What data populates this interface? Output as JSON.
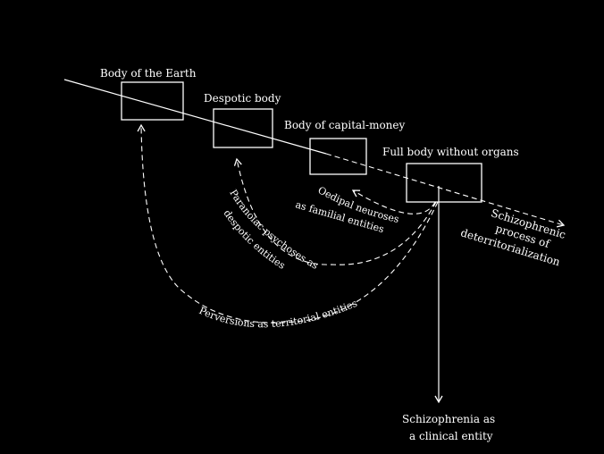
{
  "bodies": [
    {
      "label": "Body of the Earth"
    },
    {
      "label": "Despotic body"
    },
    {
      "label": "Body of capital-money"
    },
    {
      "label": "Full body without organs"
    }
  ],
  "axis_label": [
    "Schizophrenic",
    "process of",
    "deterritorialization"
  ],
  "arcs": [
    {
      "line1": "Oedipal neuroses",
      "line2": "as familial entities"
    },
    {
      "line1": "Paranoiac psychoses as",
      "line2": "despotic entities"
    },
    {
      "line1": "Perversions as territorial entities"
    }
  ],
  "clinical_label": [
    "Schizophrenia as",
    "a clinical entity"
  ]
}
